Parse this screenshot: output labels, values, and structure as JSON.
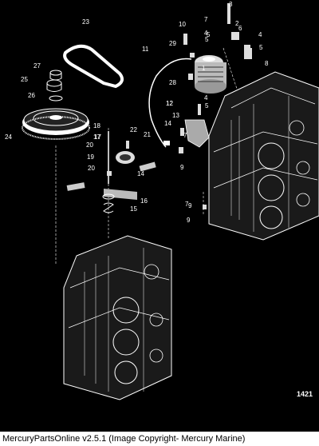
{
  "diagram": {
    "figure_number": "1421",
    "callouts": [
      "1",
      "2",
      "3",
      "4",
      "5",
      "6",
      "7",
      "8",
      "9",
      "10",
      "11",
      "12",
      "13",
      "14",
      "15",
      "16",
      "17",
      "18",
      "19",
      "20",
      "21",
      "22",
      "23",
      "24",
      "25",
      "26",
      "27",
      "28",
      "29"
    ]
  },
  "footer": {
    "caption": "MercuryPartsOnline v2.5.1 (Image Copyright- Mercury Marine)"
  }
}
